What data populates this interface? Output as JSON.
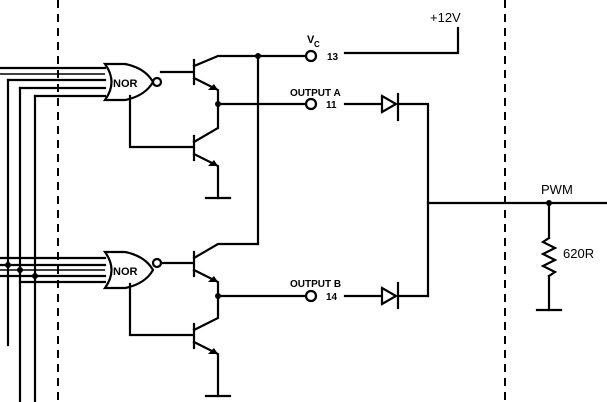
{
  "labels": {
    "vc_main": "V",
    "vc_sub": "C",
    "pin_vc": "13",
    "supply": "+12V",
    "output_a": "OUTPUT A",
    "pin_a": "11",
    "output_b": "OUTPUT B",
    "pin_b": "14",
    "pwm": "PWM",
    "resistor": "620R",
    "gate_top": "NOR",
    "gate_bottom": "NOR"
  }
}
